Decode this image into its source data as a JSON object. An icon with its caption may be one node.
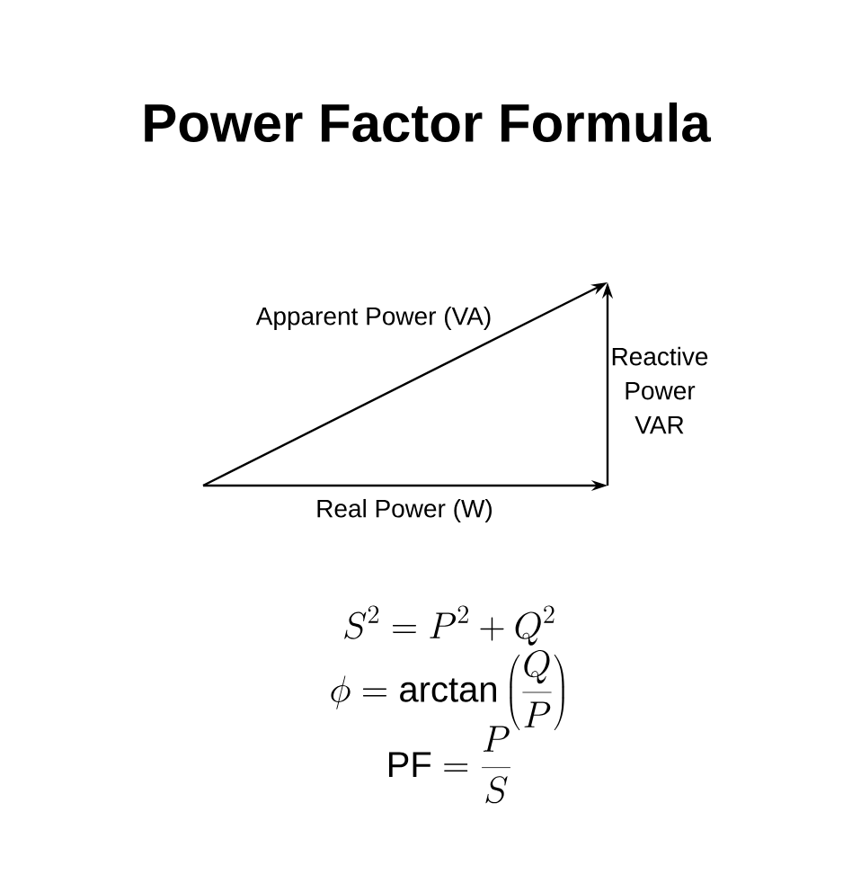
{
  "diagram": {
    "title": "Power Factor Formula",
    "labels": [
      "Apparent Power (VA)",
      "Reactive Power VAR",
      "Real Power (W)",
      "S^{2} = P^{2} + Q^{2}",
      "\\phi = \\mathrm{arctan}\\left(\\frac{Q}{P}\\right)",
      "\\mathrm{PF} = \\frac{P}{S}"
    ]
  }
}
